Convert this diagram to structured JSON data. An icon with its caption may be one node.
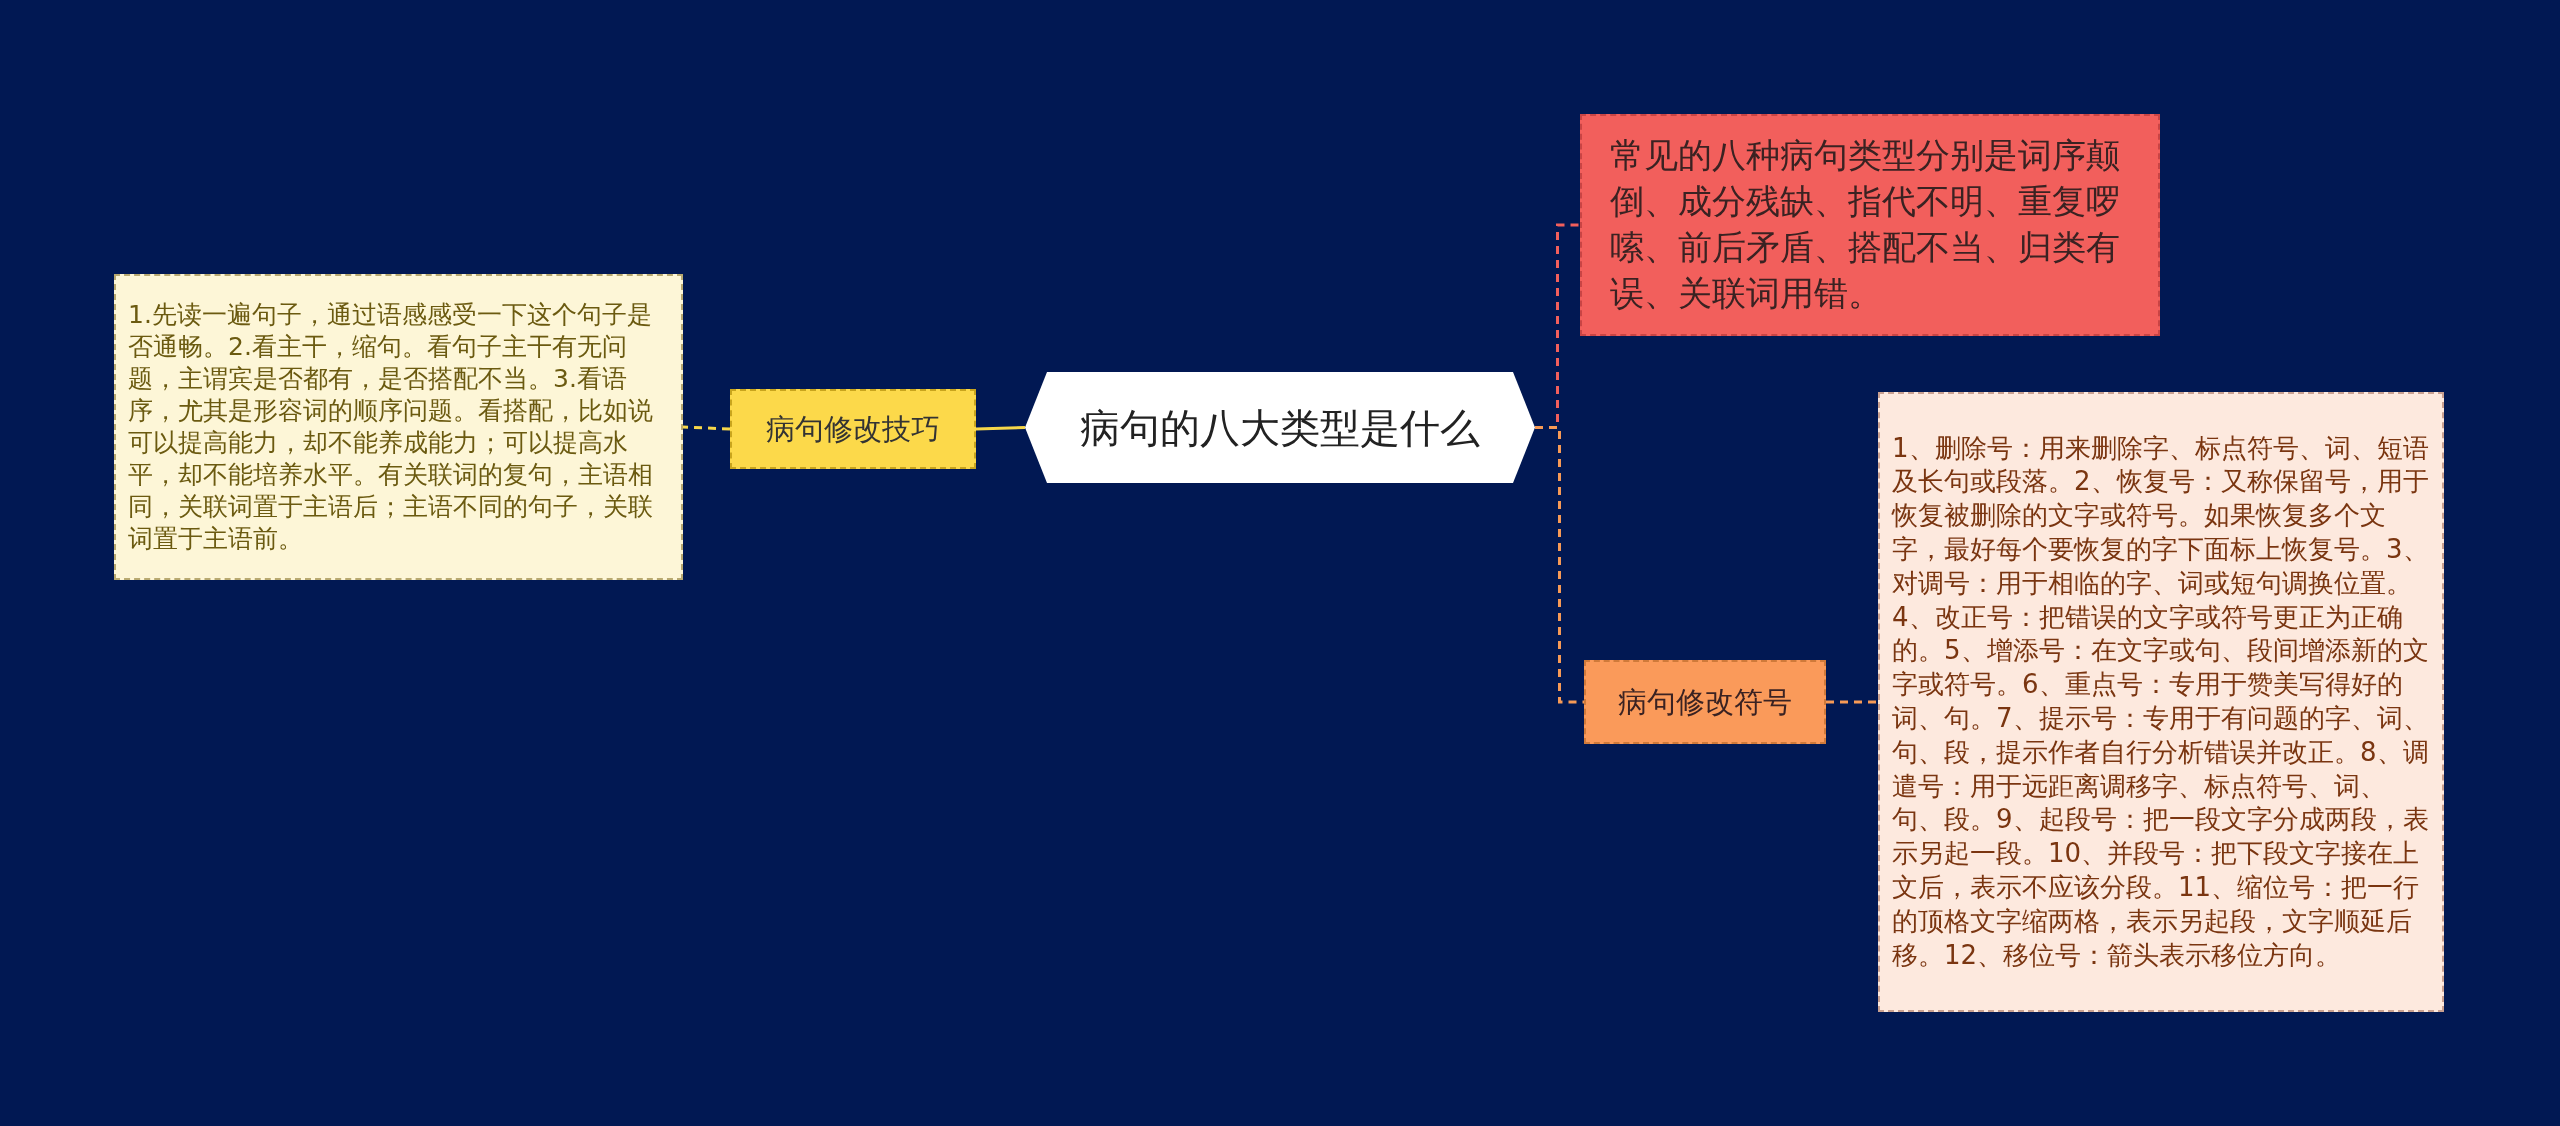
{
  "diagram": {
    "nodes": [
      {
        "text": [
          "病句的八大类型是什么"
        ]
      },
      {
        "text": [
          "病句修改技巧"
        ]
      },
      {
        "text": [
          "1.先读一遍句子，通过语感感受一下这个句子是否通畅。2.看主干，缩句。看句子主干有无问题，主谓宾是否都有，是否搭配不当。3.看语序，尤其是形容词的顺序问题。看搭配，比如说可以提高能力，却不能养成能力；可以提高水平，却不能培养水平。有关联词的复句，主语相同，关联词置于主语后；主语不同的句子，关联词置于主语前。"
        ]
      },
      {
        "text": [
          "常见的八种病句类型分别是词序颠倒、成分残缺、指代不明、重复啰嗦、前后矛盾、搭配不当、归类有误、关联词用错。"
        ]
      },
      {
        "text": [
          "病句修改符号"
        ]
      },
      {
        "text": [
          "1、删除号：用来删除字、标点符号、词、短语及长句或段落。2、恢复号：又称保留号，用于恢复被删除的文字或符号。如果恢复多个文字，最好每个要恢复的字下面标上恢复号。3、对调号：用于相临的字、词或短句调换位置。4、改正号：把错误的文字或符号更正为正确的。5、增添号：在文字或句、段间增添新的文字或符号。6、重点号：专用于赞美写得好的词、句。7、提示号：专用于有问题的字、词、句、段，提示作者自行分析错误并改正。8、调遣号：用于远距离调移字、标点符号、词、句、段。9、起段号：把一段文字分成两段，表示另起一段。10、并段号：把下段文字接在上文后，表示不应该分段。11、缩位号：把一行的顶格文字缩两格，表示另起段，文字顺延后移。12、移位号：箭头表示移位方向。"
        ]
      }
    ],
    "edges": [
      {
        "from": 0,
        "to": 1,
        "arrow": "none",
        "color": "#f7d74a"
      },
      {
        "from": 1,
        "to": 2,
        "arrow": "none",
        "style": "dashed",
        "color": "#f7d74a"
      },
      {
        "from": 0,
        "to": 3,
        "arrow": "none",
        "style": "dashed",
        "color": "#f25f5c"
      },
      {
        "from": 0,
        "to": 4,
        "arrow": "none",
        "style": "dashed",
        "color": "#f79a56"
      },
      {
        "from": 4,
        "to": 5,
        "arrow": "none",
        "style": "dashed",
        "color": "#f79a56"
      }
    ]
  }
}
